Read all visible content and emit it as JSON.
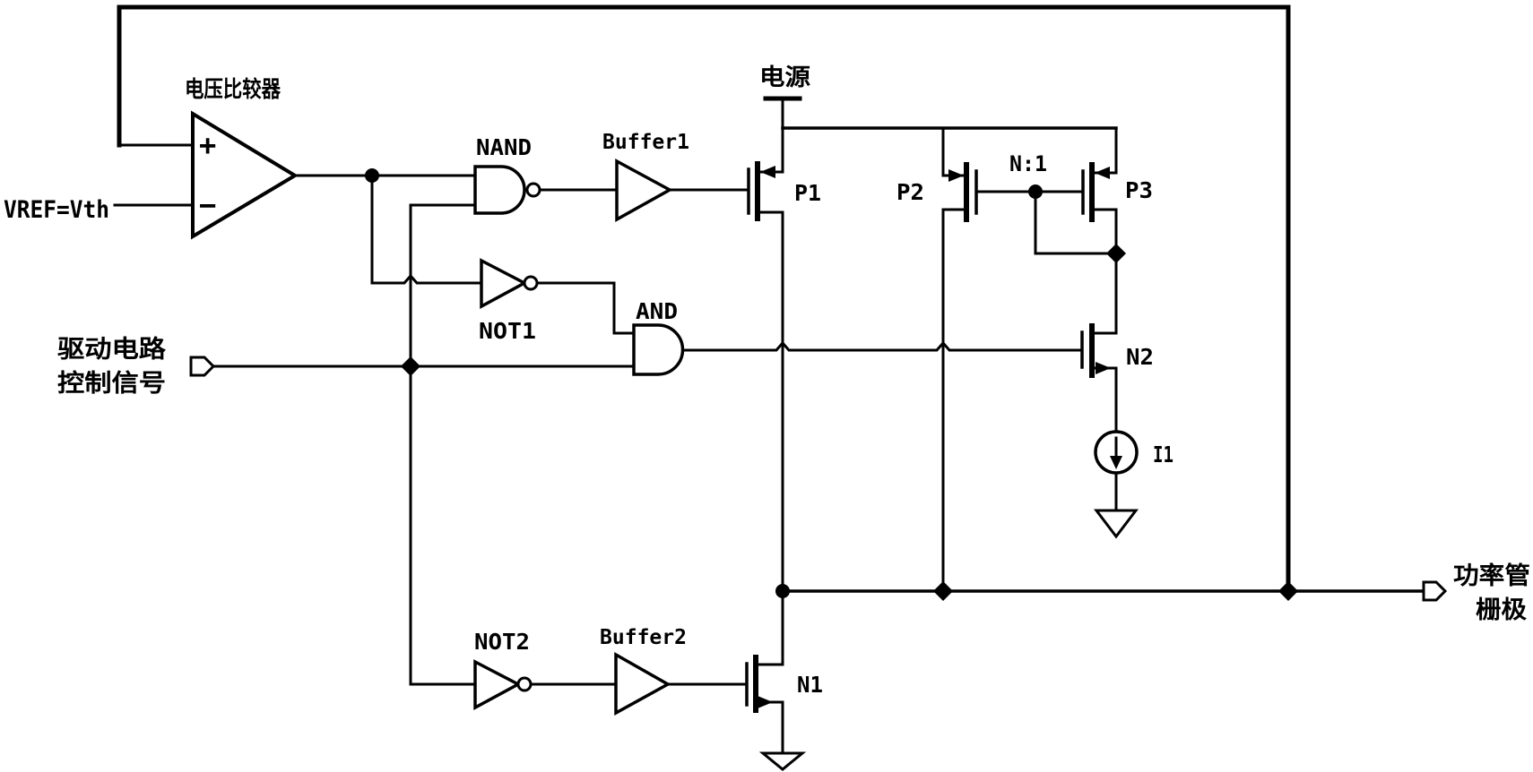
{
  "colors": {
    "ink": "#000000",
    "background": "#ffffff"
  },
  "labels": {
    "comparator": "电压比较器",
    "comparator_plus": "+",
    "comparator_minus": "−",
    "vref": "VREF=Vth",
    "nand": "NAND",
    "buffer1": "Buffer1",
    "not1": "NOT1",
    "and": "AND",
    "not2": "NOT2",
    "buffer2": "Buffer2",
    "supply": "电源",
    "p1": "P1",
    "p2": "P2",
    "p3": "P3",
    "mirror_ratio": "N:1",
    "n1": "N1",
    "n2": "N2",
    "i1": "I1",
    "ctrl_input_line1": "驱动电路",
    "ctrl_input_line2": "控制信号",
    "output_line1": "功率管",
    "output_line2": "栅极"
  }
}
